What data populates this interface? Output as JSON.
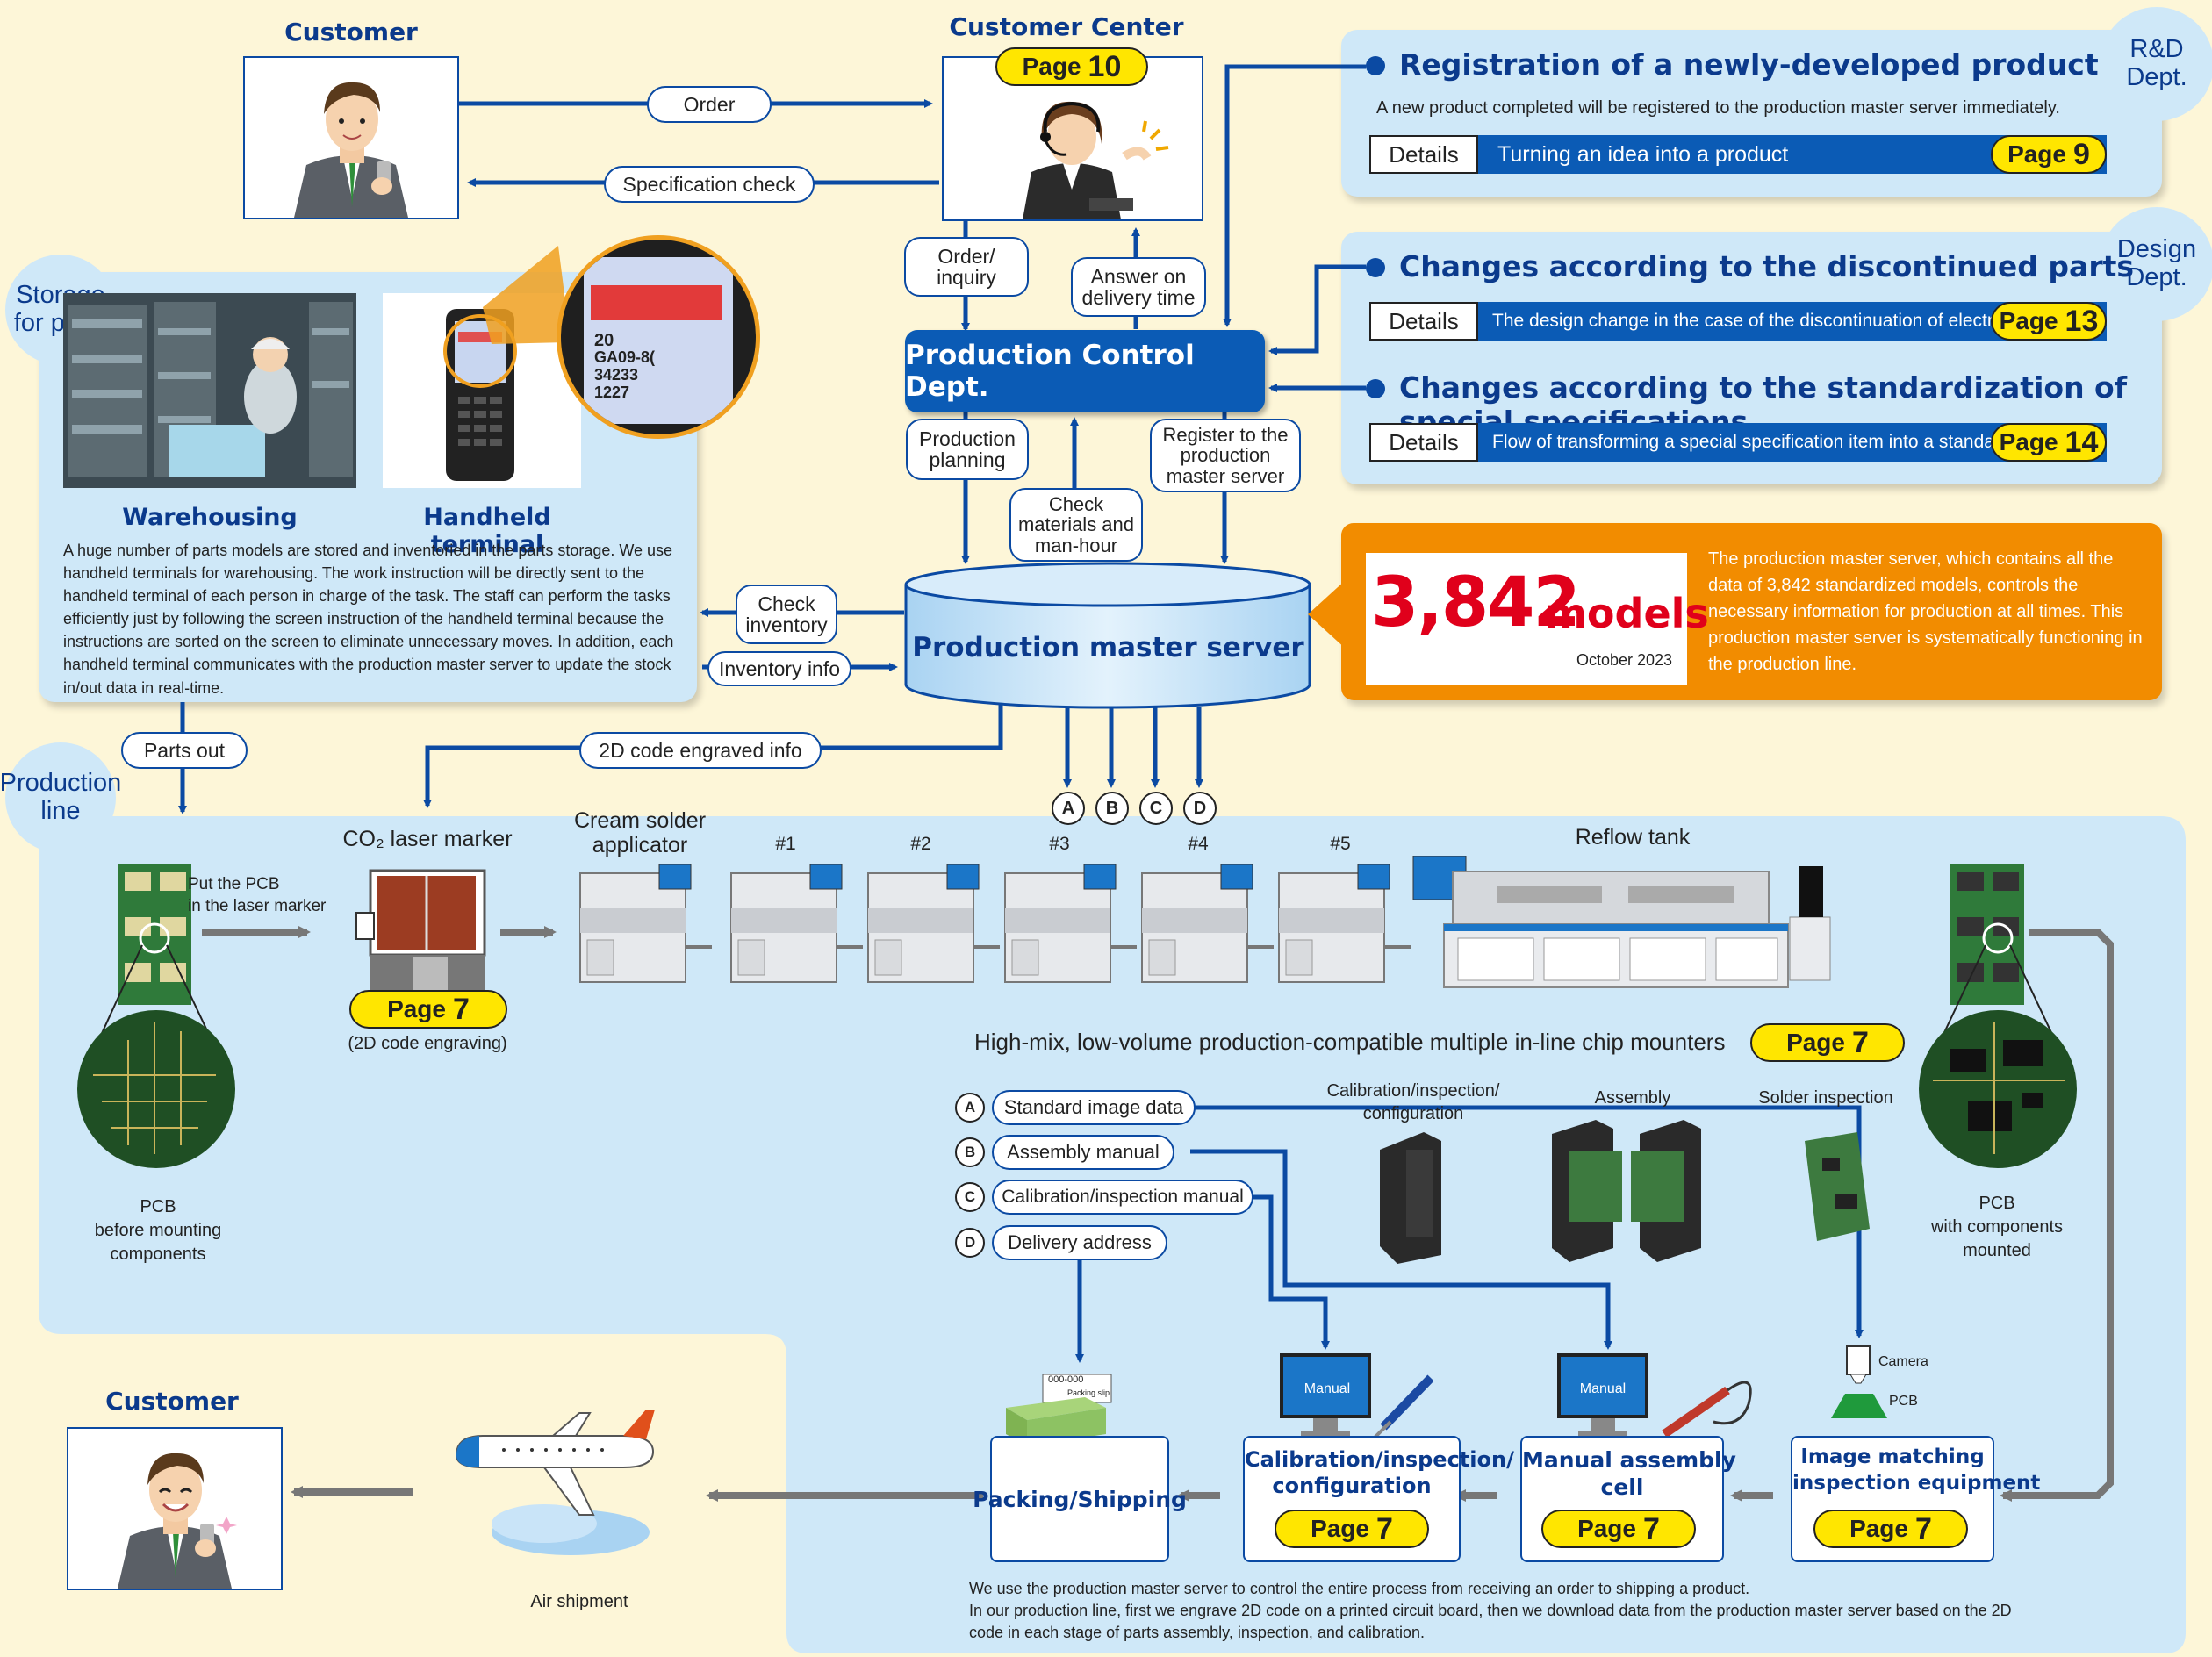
{
  "top": {
    "customer_title": "Customer",
    "customer_center_title": "Customer Center",
    "customer_center_page": {
      "word": "Page",
      "num": "10"
    },
    "order": "Order",
    "spec_check": "Specification check",
    "order_inquiry": "Order/\ninquiry",
    "answer_delivery": "Answer on\ndelivery time",
    "production_control": "Production Control Dept.",
    "production_planning": "Production\nplanning",
    "check_materials": "Check\nmaterials and\nman-hour",
    "register_server": "Register to the\nproduction\nmaster server",
    "production_master_server": "Production master server",
    "check_inventory": "Check\ninventory",
    "inventory_info": "Inventory info",
    "parts_out": "Parts out",
    "engraved_info": "2D code engraved info"
  },
  "rd": {
    "dept": "R&D\nDept.",
    "title": "Registration of a newly-developed product",
    "text": "A new product completed will be registered to the production master server immediately.",
    "details": "Details",
    "bar": "Turning an idea into a product",
    "page": {
      "word": "Page",
      "num": "9"
    }
  },
  "design": {
    "dept": "Design\nDept.",
    "title1": "Changes according to the discontinued parts",
    "details": "Details",
    "bar1": "The design change in the case of the discontinuation of electronic parts",
    "page1": {
      "word": "Page",
      "num": "13"
    },
    "title2": "Changes according to the standardization of special specifications",
    "bar2": "Flow of transforming a special specification item into a standardized item",
    "page2": {
      "word": "Page",
      "num": "14"
    }
  },
  "models": {
    "count": "3,842",
    "unit": "models",
    "date": "October 2023",
    "text": "The production master server, which contains all the data of 3,842 standardized models, controls the necessary information for production at all times. This production master server is systematically functioning in the production line."
  },
  "storage": {
    "tag": "Storage\nfor parts",
    "warehousing": "Warehousing",
    "handheld": "Handheld terminal",
    "text": "A huge number of parts models are stored and inventoried in the parts storage. We use handheld terminals for warehousing. The work instruction will be directly sent to the handheld terminal of each person in charge of the task. The staff can perform the tasks efficiently just by following the screen instruction of the handheld terminal because the instructions are sorted on the screen to eliminate unnecessary moves. In addition, each handheld terminal communicates with the production master server to update the stock in/out data in real-time.",
    "screen_lines": [
      "20",
      "GA09-8(",
      "34233",
      "1227"
    ]
  },
  "line": {
    "tag": "Production\nline",
    "abcd": [
      "A",
      "B",
      "C",
      "D"
    ],
    "put_pcb": "Put the PCB\nin the laser marker",
    "laser": "CO₂ laser marker",
    "laser_page": {
      "word": "Page",
      "num": "7"
    },
    "engraving": "(2D code engraving)",
    "cream": "Cream solder\napplicator",
    "mounters": [
      "#1",
      "#2",
      "#3",
      "#4",
      "#5"
    ],
    "reflow": "Reflow tank",
    "chip_caption": "High-mix, low-volume production-compatible multiple in-line chip mounters",
    "chip_page": {
      "word": "Page",
      "num": "7"
    },
    "pcb_before": "PCB\nbefore mounting\ncomponents",
    "pcb_after": "PCB\nwith components\nmounted",
    "data_items": [
      {
        "key": "A",
        "label": "Standard image data"
      },
      {
        "key": "B",
        "label": "Assembly manual"
      },
      {
        "key": "C",
        "label": "Calibration/inspection manual"
      },
      {
        "key": "D",
        "label": "Delivery address"
      }
    ],
    "cal_caption": "Calibration/inspection/\nconfiguration",
    "assembly_caption": "Assembly",
    "solder_caption": "Solder inspection",
    "packing_slip_a": "000-000",
    "packing_slip_b": "Packing slip",
    "manual": "Manual",
    "camera": "Camera",
    "pcb": "PCB",
    "packing": "Packing/Shipping",
    "calibration": "Calibration/inspection/\nconfiguration",
    "calibration_page": {
      "word": "Page",
      "num": "7"
    },
    "manual_cell": "Manual assembly\ncell",
    "manual_cell_page": {
      "word": "Page",
      "num": "7"
    },
    "image_match": "Image matching\ninspection equipment",
    "image_match_page": {
      "word": "Page",
      "num": "7"
    },
    "footer": "We use the production master server to control the entire process from receiving an order to shipping a product.\nIn our production line, first we engrave 2D code on a printed circuit board, then we download data from the production master server based on the 2D\ncode in each stage of parts assembly, inspection, and calibration."
  },
  "bottom": {
    "customer_title": "Customer",
    "air": "Air shipment"
  },
  "colors": {
    "navy": "#0b3a8c",
    "blue": "#0b5bb5",
    "panel": "#cfe8f8",
    "orange": "#f28c00",
    "yellow": "#ffe600",
    "red": "#e0001b"
  }
}
